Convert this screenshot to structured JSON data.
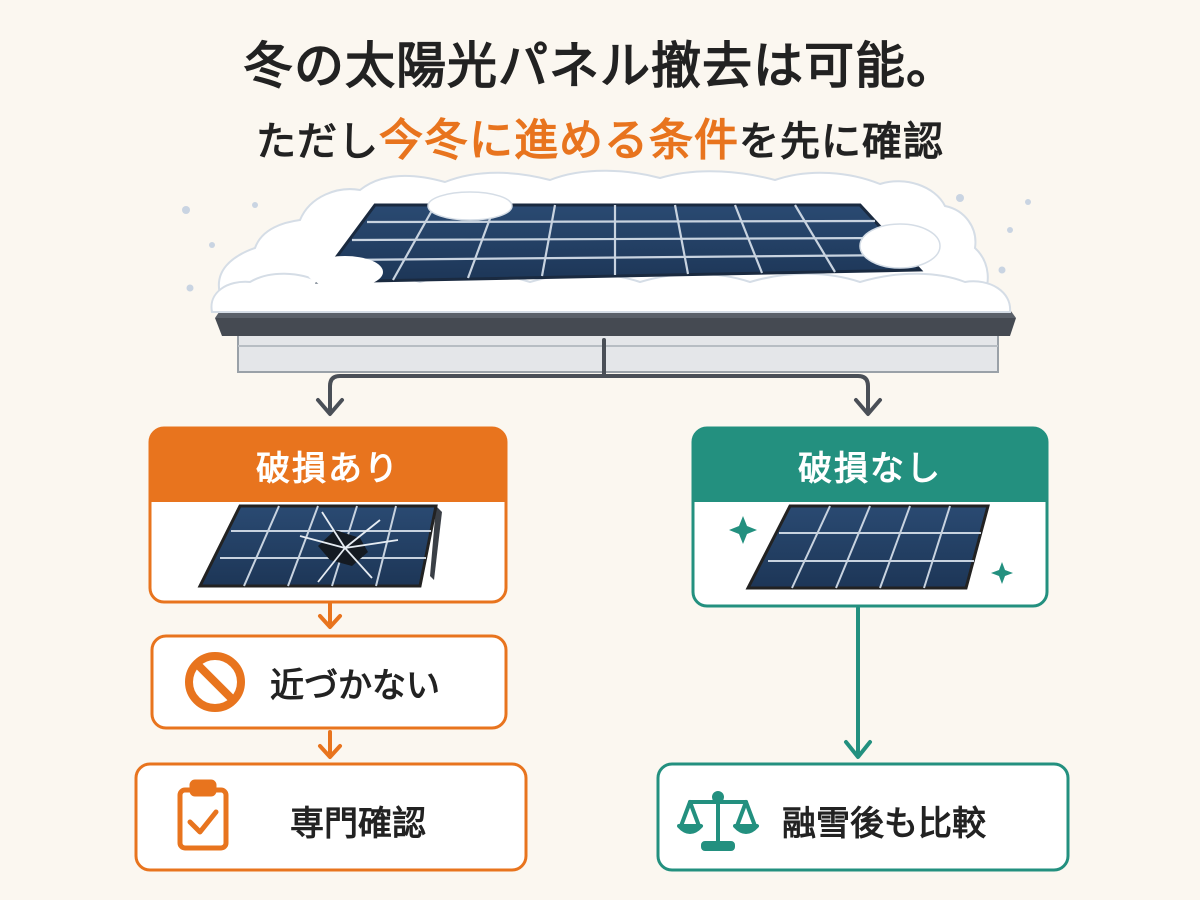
{
  "title": {
    "line1": "冬の太陽光パネル撤去は可能。",
    "line2_prefix": "ただし",
    "line2_accent": "今冬に進める条件",
    "line2_suffix": "を先に確認"
  },
  "left_branch": {
    "header": "破損あり",
    "steps": [
      "近づかない",
      "専門確認"
    ],
    "color": "#e8741e"
  },
  "right_branch": {
    "header": "破損なし",
    "steps": [
      "融雪後も比較"
    ],
    "color": "#23907f"
  },
  "icons": {
    "left_step1": "prohibited-icon",
    "left_step2": "clipboard-check-icon",
    "right_step1": "balance-scale-icon",
    "sparkle": "sparkle-icon"
  }
}
